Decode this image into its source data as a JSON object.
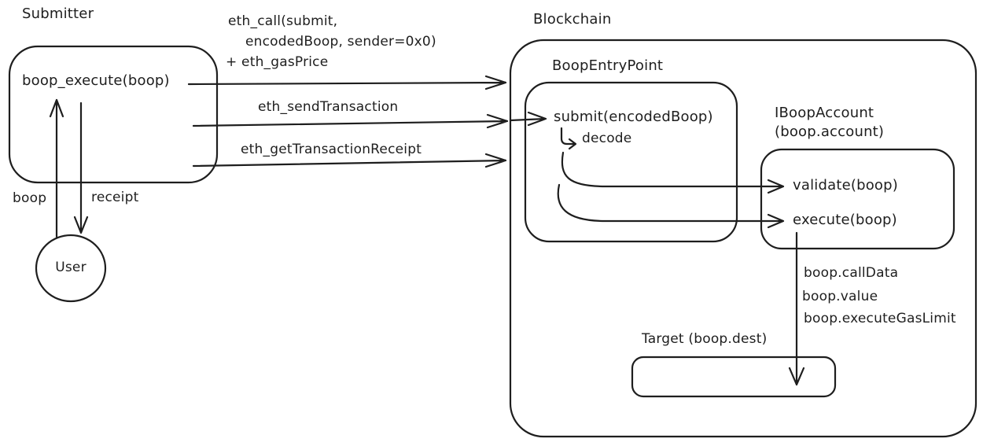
{
  "colors": {
    "stroke": "#1e1e1e",
    "background": "#ffffff"
  },
  "diagram": {
    "submitter": {
      "title": "Submitter",
      "method": "boop_execute(boop)",
      "user_label": "User",
      "boop_arrow_label": "boop",
      "receipt_arrow_label": "receipt"
    },
    "rpc_calls": {
      "eth_call_line1": "eth_call(submit,",
      "eth_call_line2": "encodedBoop, sender=0x0)",
      "eth_call_line3": "+ eth_gasPrice",
      "send_transaction": "eth_sendTransaction",
      "get_receipt": "eth_getTransactionReceipt"
    },
    "blockchain": {
      "title": "Blockchain",
      "entry_point": {
        "title": "BoopEntryPoint",
        "method": "submit(encodedBoop)",
        "decode_label": "decode"
      },
      "account": {
        "title_line1": "IBoopAccount",
        "title_line2": "(boop.account)",
        "validate_method": "validate(boop)",
        "execute_method": "execute(boop)"
      },
      "execute_call_fields": [
        "boop.callData",
        "boop.value",
        "boop.executeGasLimit"
      ],
      "target": {
        "title": "Target (boop.dest)"
      }
    }
  }
}
